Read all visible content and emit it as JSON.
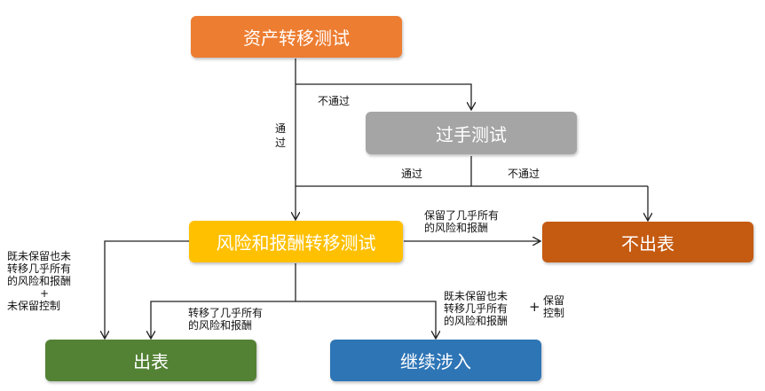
{
  "colors": {
    "orange": "#ED7D31",
    "gray": "#A5A5A5",
    "gold": "#FFC000",
    "darkorange": "#C55A11",
    "green": "#548235",
    "blue": "#2E75B6",
    "line": "#222222"
  },
  "nodes": {
    "asset_transfer_test": "资产转移测试",
    "pass_through_test": "过手测试",
    "risk_reward_test": "风险和报酬转移测试",
    "not_derecognize": "不出表",
    "derecognize": "出表",
    "continuing_involvement": "继续涉入"
  },
  "edges": {
    "fail_1": "不通过",
    "pass_1": [
      "通",
      "过"
    ],
    "pass_2": "通过",
    "fail_2": "不通过",
    "retain_all": [
      "保留了几乎所有",
      "的风险和报酬"
    ],
    "transfer_all": [
      "转移了几乎所有",
      "的风险和报酬"
    ],
    "left_neither": [
      "既未保留也未",
      "转移几乎所有",
      "的风险和报酬",
      "+",
      "未保留控制"
    ],
    "right_neither": [
      "既未保留也未",
      "转移几乎所有",
      "的风险和报酬"
    ],
    "plus": "+",
    "retain_control": [
      "保留",
      "控制"
    ]
  }
}
